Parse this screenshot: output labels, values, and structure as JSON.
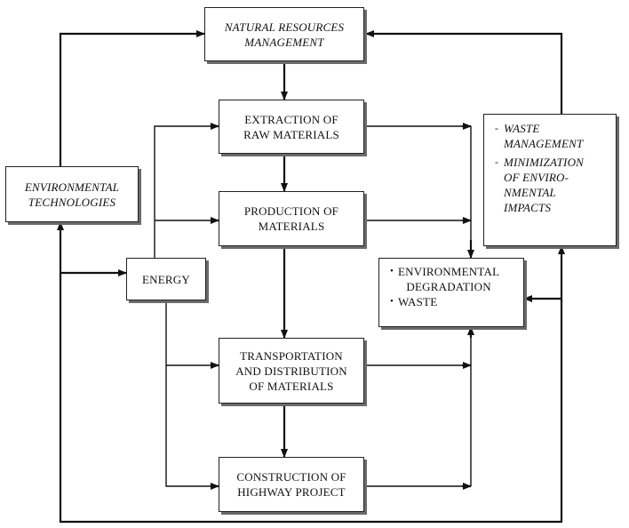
{
  "boxes": {
    "natural_resources": [
      "NATURAL RESOURCES",
      "MANAGEMENT"
    ],
    "extraction": [
      "EXTRACTION OF",
      "RAW MATERIALS"
    ],
    "production": [
      "PRODUCTION OF",
      "MATERIALS"
    ],
    "transportation": [
      "TRANSPORTATION",
      "AND DISTRIBUTION",
      "OF MATERIALS"
    ],
    "construction": [
      "CONSTRUCTION OF",
      "HIGHWAY PROJECT"
    ],
    "environmental_technologies": [
      "ENVIRONMENTAL",
      "TECHNOLOGIES"
    ],
    "energy": "ENERGY",
    "waste_management": {
      "marker": "-",
      "items": [
        [
          "WASTE",
          "MANAGEMENT"
        ],
        [
          "MINIMIZATION",
          "OF ENVIRO-",
          "NMENTAL",
          "IMPACTS"
        ]
      ]
    },
    "environmental_degradation": {
      "marker": "•",
      "items": [
        [
          "ENVIRONMENTAL",
          "DEGRADATION"
        ],
        [
          "WASTE"
        ]
      ]
    }
  }
}
